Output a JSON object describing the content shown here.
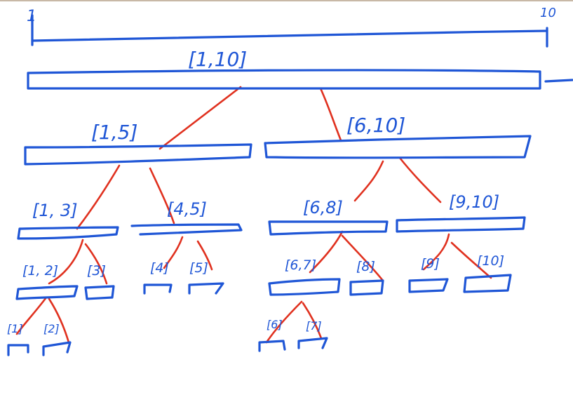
{
  "ruler": {
    "start_label": "1",
    "end_label": "10"
  },
  "nodes": {
    "root": "[1,10]",
    "l": "[1,5]",
    "r": "[6,10]",
    "ll": "[1, 3]",
    "lr": "[4,5]",
    "rl": "[6,8]",
    "rr": "[9,10]",
    "lll": "[1, 2]",
    "llr": "[3]",
    "lrl": "[4]",
    "lrr": "[5]",
    "rll": "[6,7]",
    "rlr": "[8]",
    "rrl": "[9]",
    "rrr": "[10]",
    "llll": "[1]",
    "lllr": "[2]",
    "rlll": "[6]",
    "rllr": "[7]"
  },
  "colors": {
    "ink_blue": "#1f56d6",
    "ink_red": "#e0311f"
  }
}
